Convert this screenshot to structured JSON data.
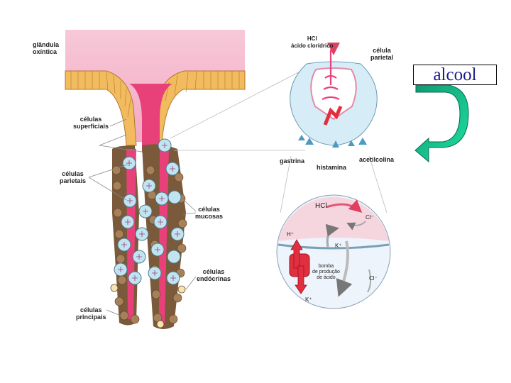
{
  "labels": {
    "glandula": "glândula\noxíntica",
    "celulas_superficiais": "células\nsuperficiais",
    "celulas_parietais": "células\nparietais",
    "celulas_mucosas": "células\nmucosas",
    "celulas_endocrinas": "células\nendócrinas",
    "celulas_principais": "células\nprincipais",
    "hcl_top": "HCl\nácido clorídrico",
    "celula_parietal": "célula\nparietal",
    "gastrina": "gastrina",
    "histamina": "histamina",
    "acetilcolina": "acetilcolina",
    "hcl_bottom": "HCl",
    "cl_top": "Cl⁻",
    "h_plus": "H⁺",
    "k_plus_top": "K⁺",
    "bomba": "bomba\nde produção\nde ácido",
    "cl_bottom": "Cl⁻",
    "k_plus_bottom": "K⁺"
  },
  "alcool": "alcool",
  "colors": {
    "pink_lumen": "#e8417a",
    "tan_epithelium": "#f0b85a",
    "brown_cells": "#8b6a45",
    "blue_cells": "#bfe3ef",
    "green_arrow": "#22cc88",
    "red_pump": "#e03040"
  }
}
